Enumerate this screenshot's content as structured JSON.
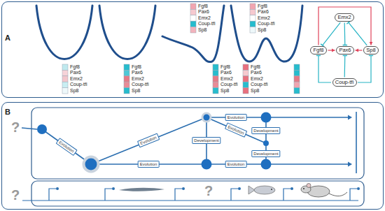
{
  "diagram": {
    "nodes": [
      {
        "text": [
          "A"
        ]
      },
      {
        "text": [
          "Emx2"
        ],
        "in": 0
      },
      {
        "text": [
          "Fgf8"
        ],
        "in": 0
      },
      {
        "text": [
          "Pax6"
        ],
        "in": 0
      },
      {
        "text": [
          "Sp8"
        ],
        "in": 0
      },
      {
        "text": [
          "Coup-tfi"
        ],
        "in": 0
      },
      {
        "text": [
          "B"
        ]
      }
    ],
    "edges": [
      {
        "from": 2,
        "to": 3,
        "arrow": "to"
      },
      {
        "from": 4,
        "to": 3,
        "arrow": "to"
      },
      {
        "from": 2,
        "to": 4,
        "arrow": "to"
      },
      {
        "from": 1,
        "to": 2,
        "arrow": "to"
      },
      {
        "from": 1,
        "to": 3,
        "arrow": "to"
      },
      {
        "from": 4,
        "to": 1,
        "arrow": "to"
      },
      {
        "from": 5,
        "to": 2,
        "arrow": "to"
      },
      {
        "from": 5,
        "to": 4,
        "arrow": "to"
      },
      {
        "from": 5,
        "to": 3,
        "arrow": "to"
      }
    ],
    "labels": [
      "Fgf8",
      "Pax6",
      "Emx2",
      "Coup-tfi",
      "Sp8",
      "Fgf8",
      "Pax6",
      "Emx2",
      "Coup-tfi",
      "Sp8",
      "Fgf8",
      "Pax6",
      "Emx2",
      "Coup-tfi",
      "Sp8",
      "Fgf8",
      "Pax6",
      "Emx2",
      "Coup-tfi",
      "Sp8",
      "Fgf8",
      "Pax6",
      "Emx2",
      "Coup-tfi",
      "Sp8",
      "Fgf8",
      "Pax6",
      "Emx2",
      "Coup-tfi",
      "Sp8",
      "Evolution",
      "Evolution",
      "Evolution",
      "Evolution",
      "Evolution",
      "Evolution",
      "Development",
      "Development",
      "Development",
      "?",
      "?",
      "?"
    ]
  }
}
